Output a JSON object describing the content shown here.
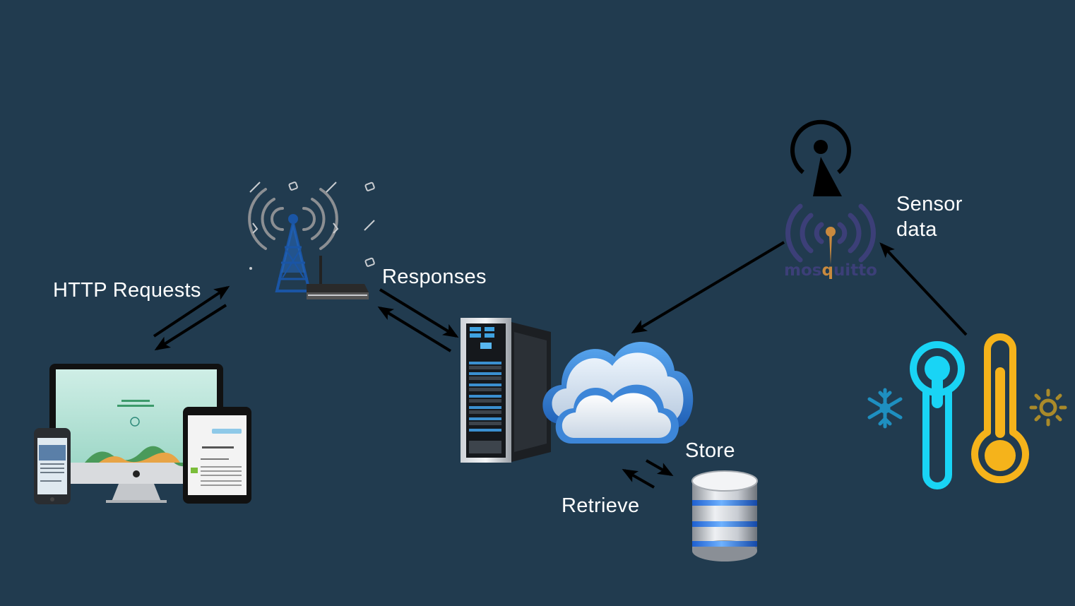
{
  "labels": {
    "http_requests": "HTTP Requests",
    "responses": "Responses",
    "sensor_line1": "Sensor",
    "sensor_line2": "data",
    "store": "Store",
    "retrieve": "Retrieve"
  },
  "mosquitto": {
    "prefix": "mos",
    "q": "q",
    "suffix": "uitto"
  },
  "icons": {
    "devices": "responsive-devices-icon",
    "tower": "cell-tower-router-icon",
    "server": "server-cloud-icon",
    "database": "database-icon",
    "broker": "mosquitto-broker-icon",
    "antenna": "broadcast-antenna-icon",
    "thermometer_cold": "thermometer-cold-icon",
    "thermometer_hot": "thermometer-hot-icon",
    "snowflake": "snowflake-icon",
    "sun": "sun-icon"
  },
  "colors": {
    "background": "#213b4f",
    "arrow": "#000000",
    "label": "#ffffff",
    "mosquitto_purple": "#3c3f78",
    "mosquitto_orange": "#c98a3e",
    "thermo_cold": "#19d4f5",
    "thermo_hot": "#f5b31b",
    "snowflake": "#1e8fc0",
    "sun": "#a98a2a"
  }
}
